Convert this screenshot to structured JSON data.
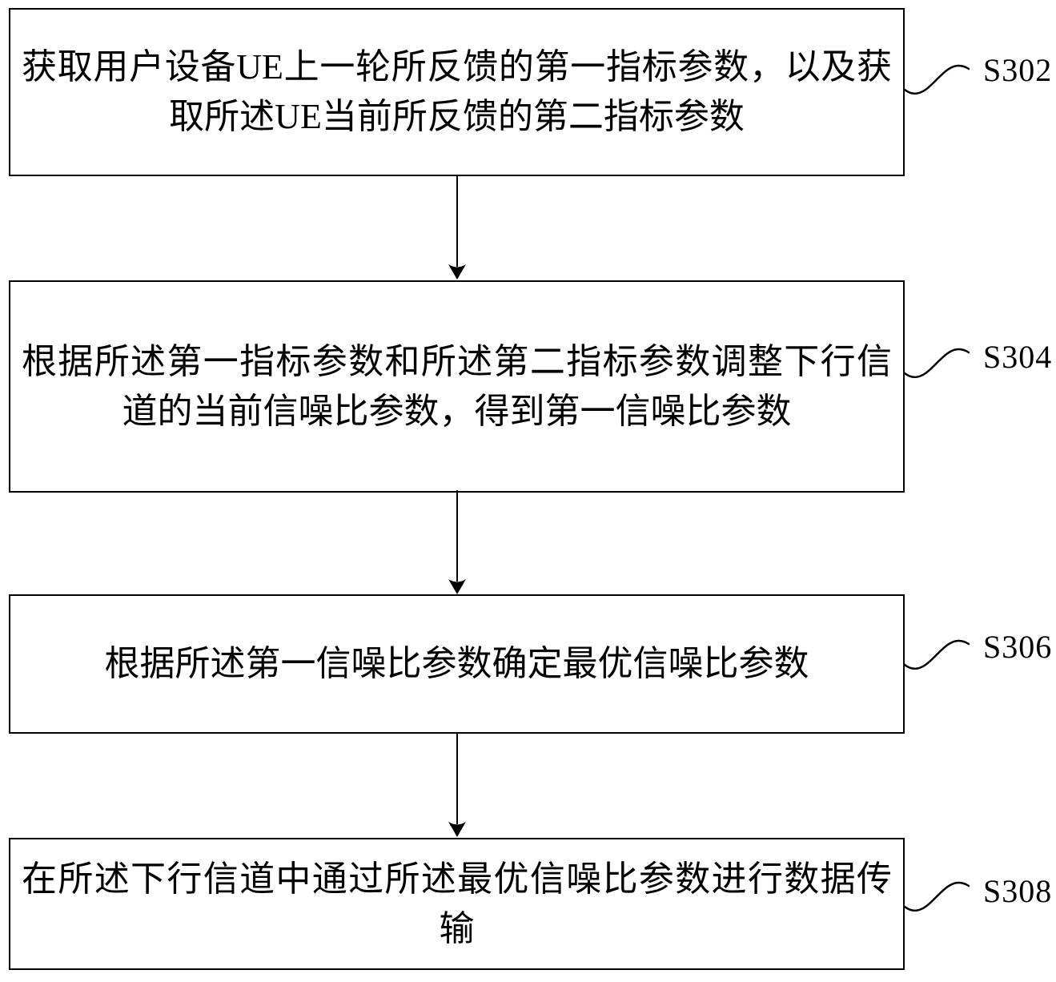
{
  "palette": {
    "ink": "#000000",
    "background": "#ffffff"
  },
  "flowchart": {
    "steps": [
      {
        "label": "S302",
        "text": "获取用户设备UE上一轮所反馈的第一指标参数，以及获取所述UE当前所反馈的第二指标参数"
      },
      {
        "label": "S304",
        "text": "根据所述第一指标参数和所述第二指标参数调整下行信道的当前信噪比参数，得到第一信噪比参数"
      },
      {
        "label": "S306",
        "text": "根据所述第一信噪比参数确定最优信噪比参数"
      },
      {
        "label": "S308",
        "text": "在所述下行信道中通过所述最优信噪比参数进行数据传输"
      }
    ]
  }
}
